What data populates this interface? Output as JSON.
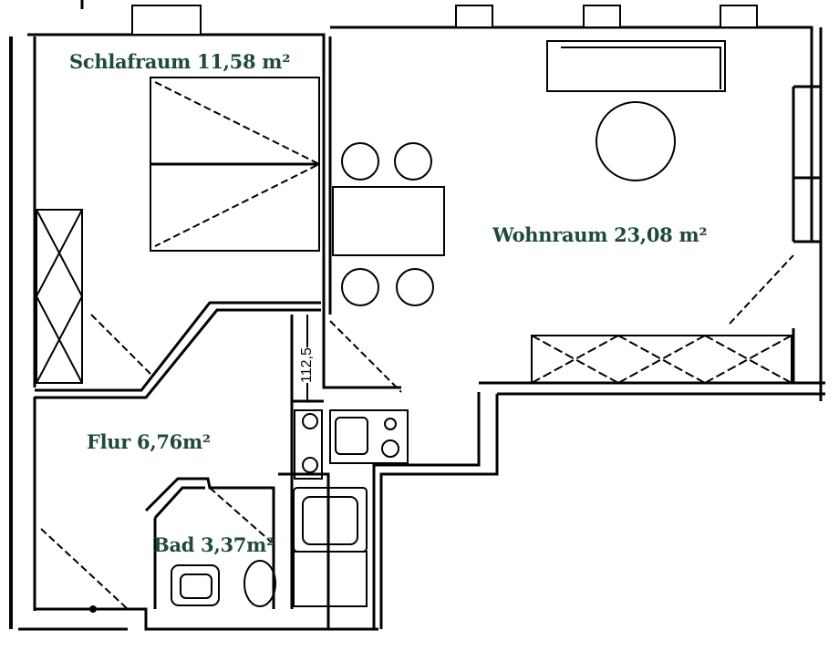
{
  "rooms": {
    "schlafraum": "Schlafraum 11,58 m²",
    "wohnraum": "Wohnraum 23,08 m²",
    "flur": "Flur 6,76m²",
    "bad": "Bad 3,37m²"
  },
  "dimension": "112,5",
  "colors": {
    "label": "#1e4a3a",
    "walls": "#000000"
  }
}
